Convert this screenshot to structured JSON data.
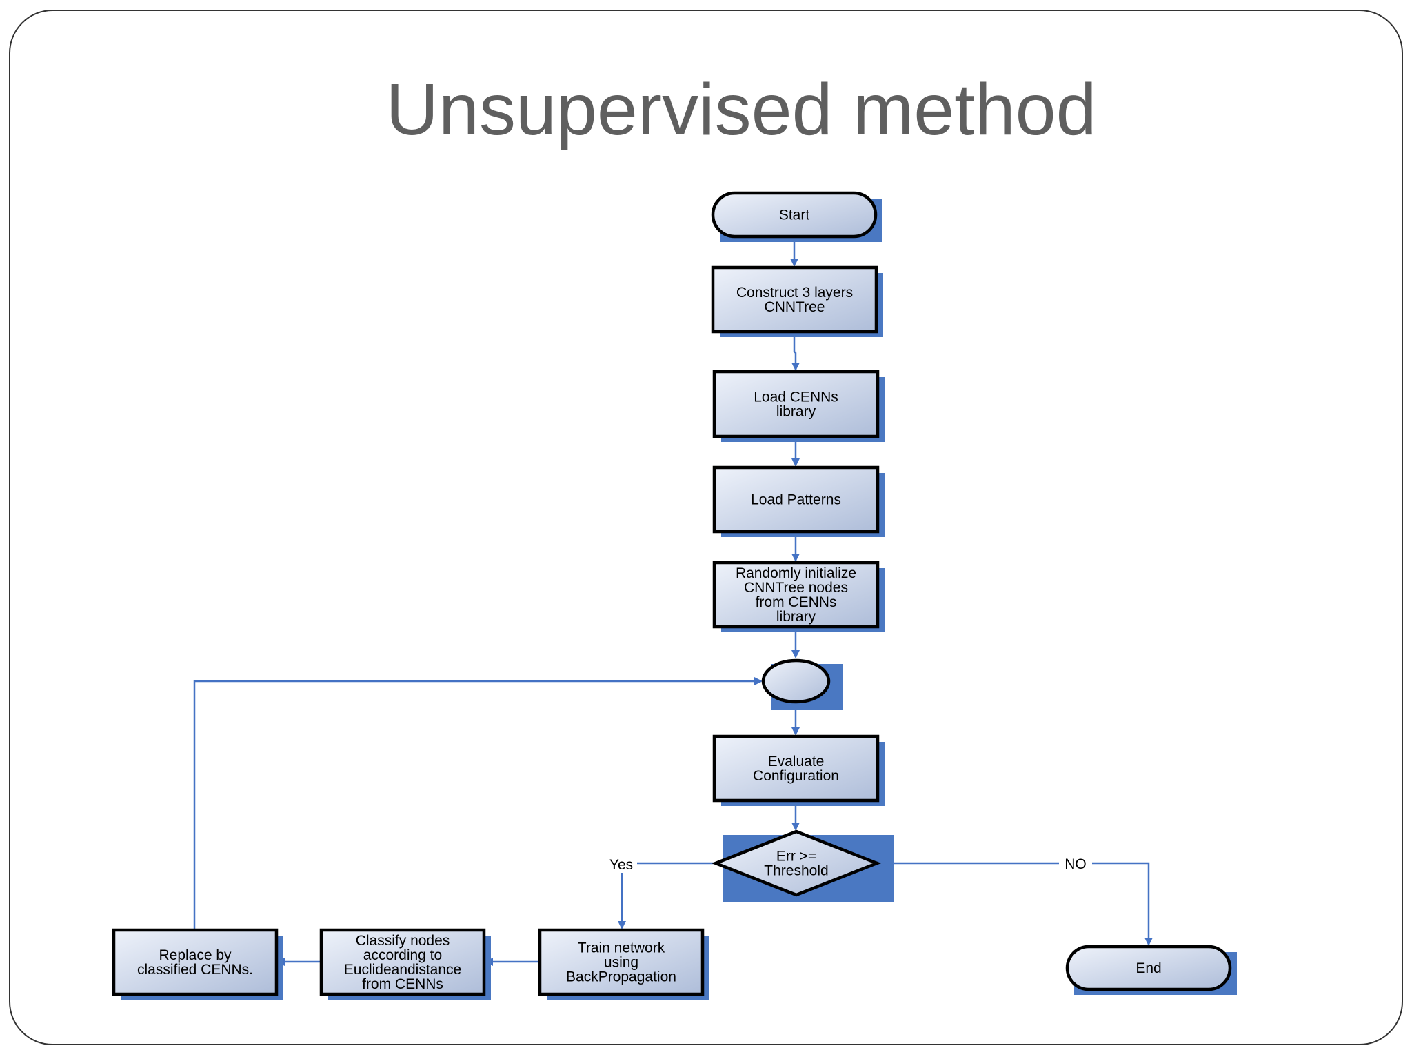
{
  "slide": {
    "title": "Unsupervised method"
  },
  "colors": {
    "title": "#5f5f5f",
    "edge": "#4472c4",
    "shadow": "#4a78c2",
    "fill_light": "#eef2fa",
    "fill_dark": "#aebdd9",
    "outline": "#000000",
    "frame": "#333333"
  },
  "diagram": {
    "nodes": {
      "start": {
        "lines": [
          "Start"
        ]
      },
      "construct": {
        "lines": [
          "Construct 3 layers",
          "CNNTree"
        ]
      },
      "load_cenns": {
        "lines": [
          "Load CENNs",
          "library"
        ]
      },
      "load_patterns": {
        "lines": [
          "Load Patterns"
        ]
      },
      "random_init": {
        "lines": [
          "Randomly initialize",
          "CNNTree nodes",
          "from CENNs",
          "library"
        ]
      },
      "junction": {
        "lines": []
      },
      "evaluate": {
        "lines": [
          "Evaluate",
          "Configuration"
        ]
      },
      "decision": {
        "lines": [
          "Err >=",
          "Threshold"
        ]
      },
      "train": {
        "lines": [
          "Train network",
          "using",
          "BackPropagation"
        ]
      },
      "classify": {
        "lines": [
          "Classify nodes",
          "according to",
          "Euclideandistance",
          "from CENNs"
        ]
      },
      "replace": {
        "lines": [
          "Replace by",
          "classified CENNs."
        ]
      },
      "end": {
        "lines": [
          "End"
        ]
      }
    },
    "edge_labels": {
      "yes": "Yes",
      "no": "NO"
    }
  }
}
